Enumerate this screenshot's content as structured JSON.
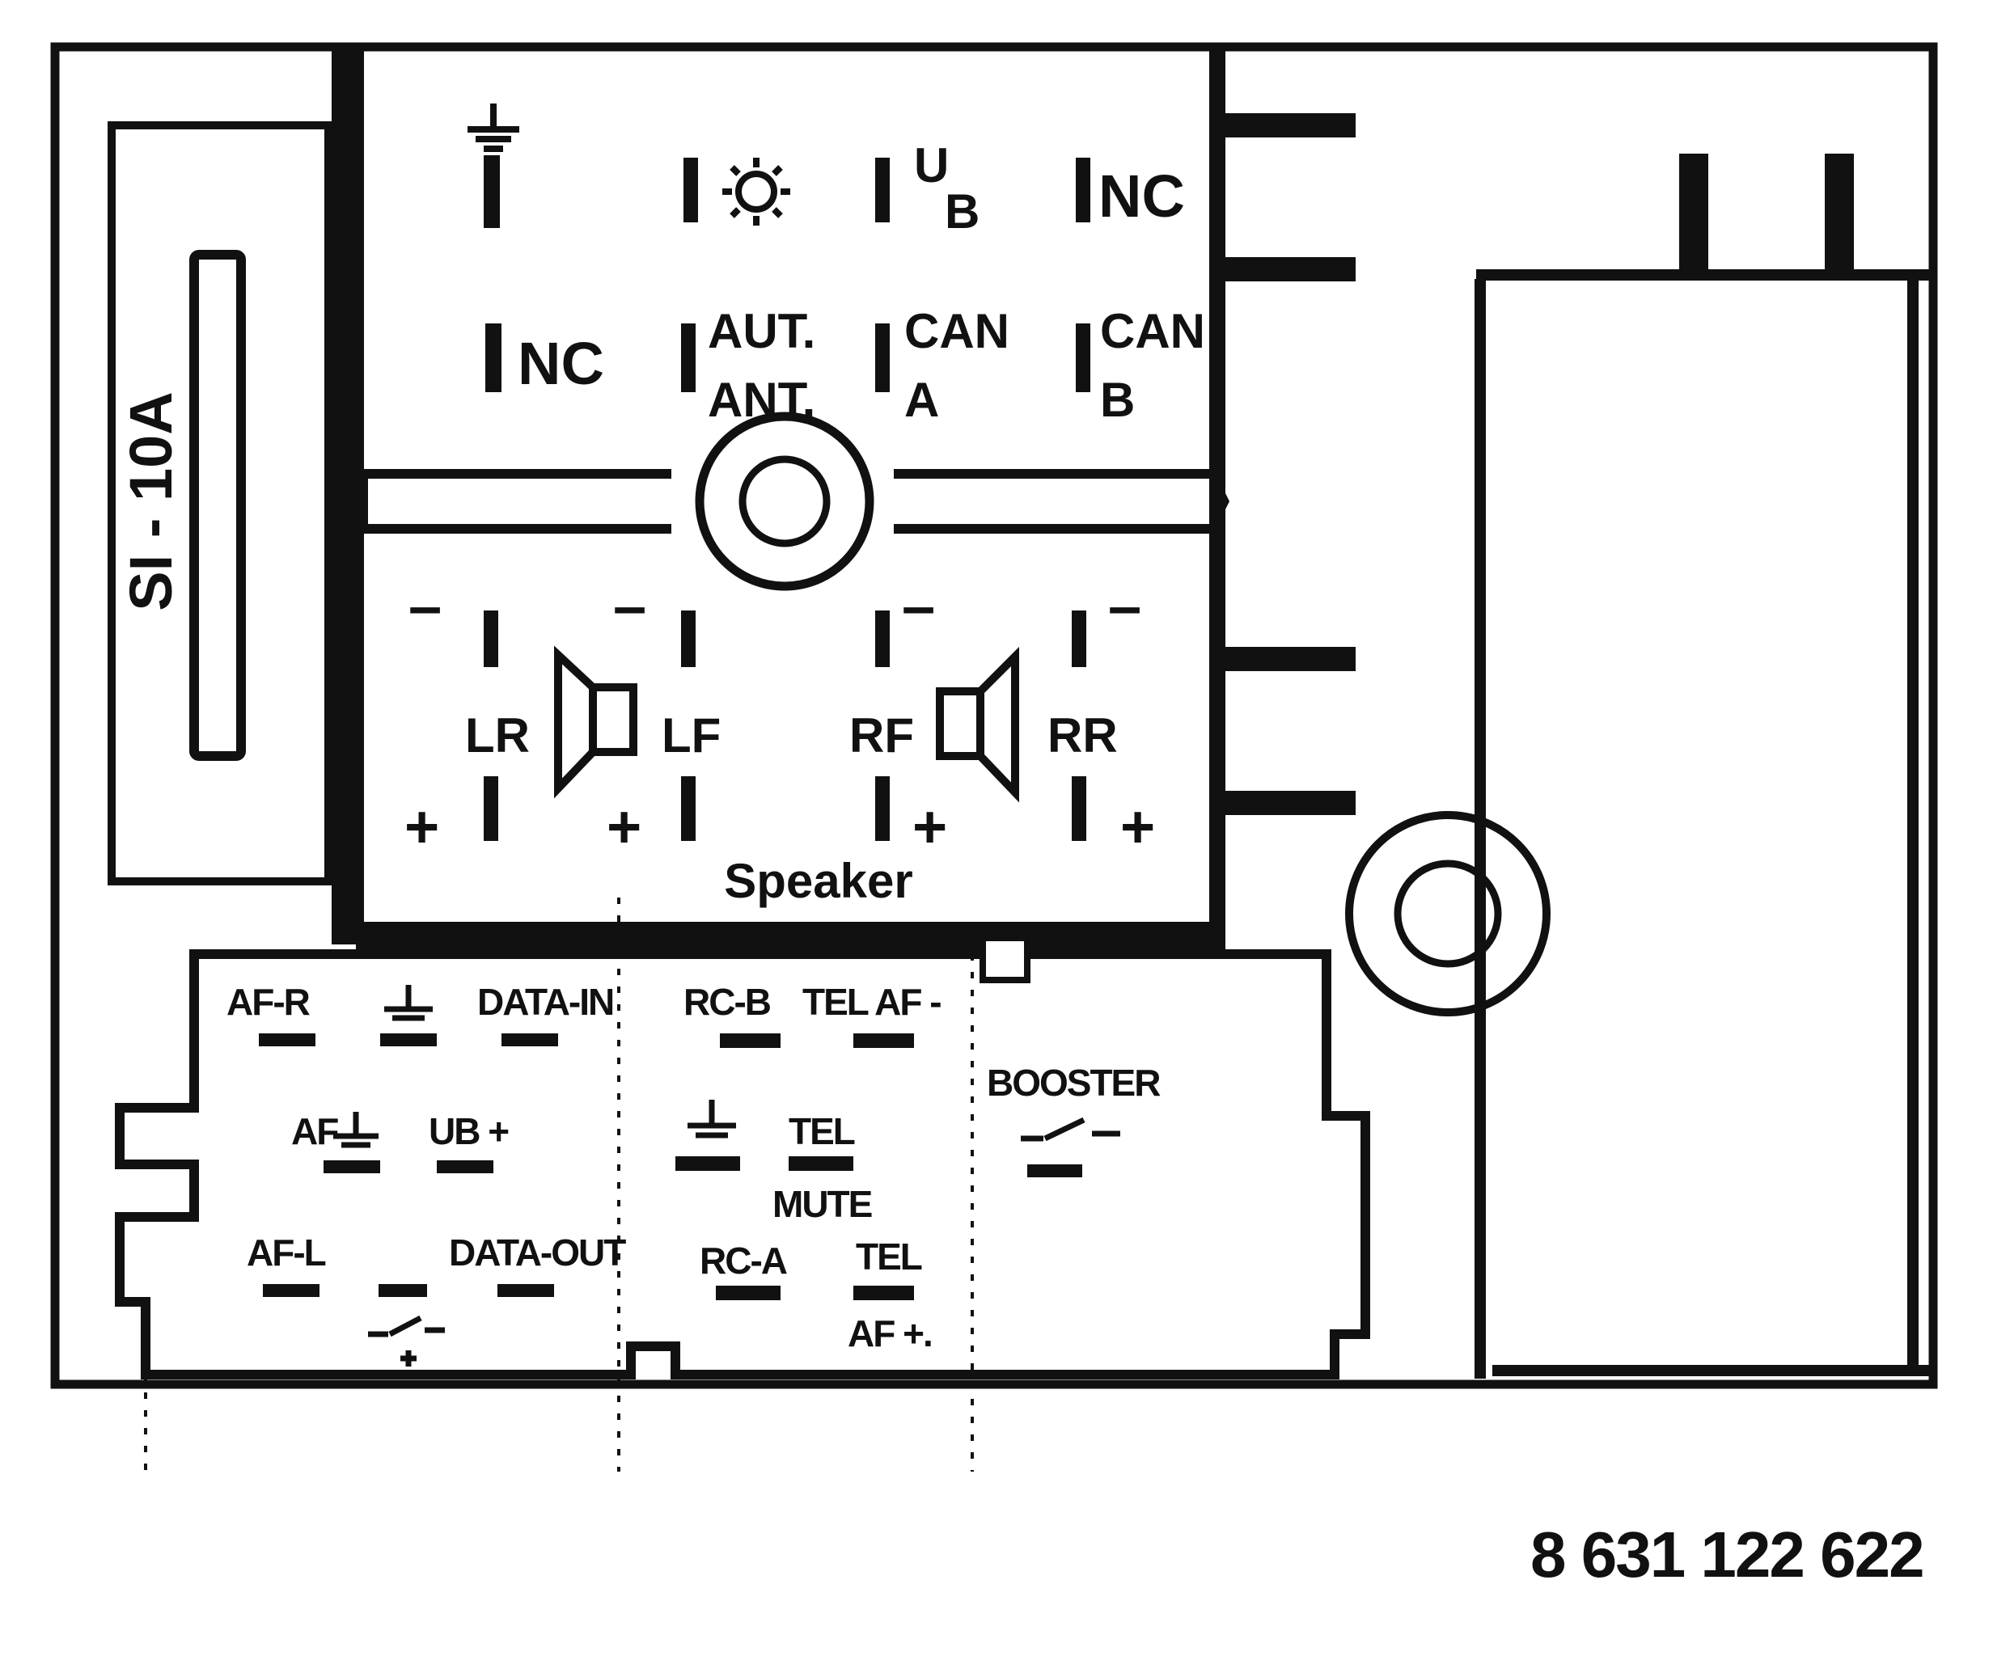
{
  "fuse": {
    "label": "SI - 10A"
  },
  "upper_pins": {
    "row1": [
      "NC"
    ],
    "ub_main": "U",
    "ub_sub": "B",
    "row2": [
      "NC"
    ],
    "aut_ant": [
      "AUT.",
      "ANT."
    ],
    "can_a": [
      "CAN",
      "A"
    ],
    "can_b": [
      "CAN",
      "B"
    ]
  },
  "speakers": {
    "channels": [
      "LR",
      "LF",
      "RF",
      "RR"
    ],
    "minus": "–",
    "plus": "+",
    "title": "Speaker"
  },
  "lower_block_a": {
    "row1": [
      "AF-R",
      "DATA-IN"
    ],
    "row2": [
      "AF",
      "UB +"
    ],
    "row3": [
      "AF-L",
      "DATA-OUT"
    ]
  },
  "lower_block_b": {
    "row1": [
      "RC-B",
      "TEL AF -"
    ],
    "row2": [
      "TEL",
      "MUTE"
    ],
    "row3": [
      "RC-A",
      "TEL",
      "AF +."
    ]
  },
  "booster": {
    "label": "BOOSTER"
  },
  "part_number": "8 631 122 622",
  "icons": [
    "ground-icon",
    "light-icon",
    "speaker-icon",
    "switch-icon"
  ],
  "colors": {
    "ink": "#111111",
    "paper": "#ffffff"
  }
}
